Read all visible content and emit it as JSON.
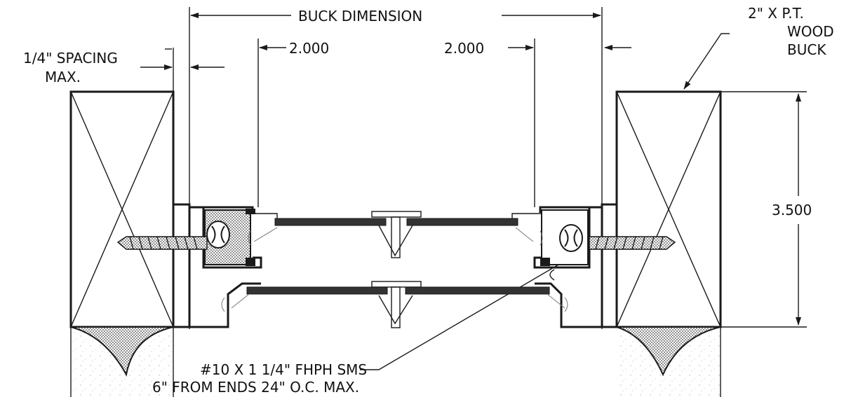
{
  "labels": {
    "buck_dimension": "BUCK DIMENSION",
    "spacing_line1": "1/4\" SPACING",
    "spacing_line2": "MAX.",
    "dim_left": "2.000",
    "dim_right": "2.000",
    "wood_buck_line1": "2\" X  P.T.",
    "wood_buck_line2": "WOOD",
    "wood_buck_line3": "BUCK",
    "height_dim": "3.500",
    "screw_line1": "#10 X 1 1/4\" FHPH SMS",
    "screw_line2": "6\" FROM ENDS 24\" O.C. MAX."
  },
  "colors": {
    "ink": "#1a1a1a",
    "background": "#ffffff",
    "hatch": "#555555",
    "concrete": "#999999"
  }
}
